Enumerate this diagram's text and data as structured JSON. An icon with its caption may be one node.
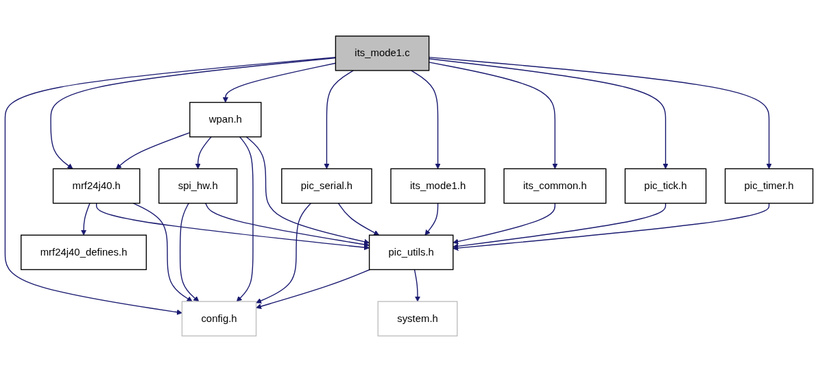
{
  "diagram": {
    "nodes": [
      {
        "text": [
          "its_mode1.c"
        ]
      },
      {
        "text": [
          "wpan.h"
        ]
      },
      {
        "text": [
          "its_common.h"
        ]
      },
      {
        "text": [
          "pic_tick.h"
        ]
      },
      {
        "text": [
          "pic_timer.h"
        ]
      },
      {
        "text": [
          "mrf24j40.h"
        ]
      },
      {
        "text": [
          "spi_hw.h"
        ]
      },
      {
        "text": [
          "pic_serial.h"
        ]
      },
      {
        "text": [
          "its_mode1.h"
        ]
      },
      {
        "text": [
          "mrf24j40_defines.h"
        ]
      },
      {
        "text": [
          "pic_utils.h"
        ]
      },
      {
        "text": [
          "config.h"
        ]
      },
      {
        "text": [
          "system.h"
        ]
      }
    ],
    "edges": [
      {
        "from": 0,
        "to": 11,
        "arrow": "to"
      },
      {
        "from": 0,
        "to": 5,
        "arrow": "to"
      },
      {
        "from": 0,
        "to": 1,
        "arrow": "to"
      },
      {
        "from": 0,
        "to": 7,
        "arrow": "to"
      },
      {
        "from": 0,
        "to": 8,
        "arrow": "to"
      },
      {
        "from": 0,
        "to": 2,
        "arrow": "to"
      },
      {
        "from": 0,
        "to": 3,
        "arrow": "to"
      },
      {
        "from": 0,
        "to": 4,
        "arrow": "to"
      },
      {
        "from": 1,
        "to": 5,
        "arrow": "to"
      },
      {
        "from": 1,
        "to": 6,
        "arrow": "to"
      },
      {
        "from": 1,
        "to": 11,
        "arrow": "to"
      },
      {
        "from": 1,
        "to": 10,
        "arrow": "to"
      },
      {
        "from": 2,
        "to": 10,
        "arrow": "to"
      },
      {
        "from": 3,
        "to": 10,
        "arrow": "to"
      },
      {
        "from": 4,
        "to": 10,
        "arrow": "to"
      },
      {
        "from": 5,
        "to": 9,
        "arrow": "to"
      },
      {
        "from": 5,
        "to": 10,
        "arrow": "to"
      },
      {
        "from": 5,
        "to": 11,
        "arrow": "to"
      },
      {
        "from": 6,
        "to": 11,
        "arrow": "to"
      },
      {
        "from": 6,
        "to": 10,
        "arrow": "to"
      },
      {
        "from": 7,
        "to": 11,
        "arrow": "to"
      },
      {
        "from": 7,
        "to": 10,
        "arrow": "to"
      },
      {
        "from": 8,
        "to": 10,
        "arrow": "to"
      },
      {
        "from": 10,
        "to": 11,
        "arrow": "to"
      },
      {
        "from": 10,
        "to": 12,
        "arrow": "to"
      }
    ]
  }
}
